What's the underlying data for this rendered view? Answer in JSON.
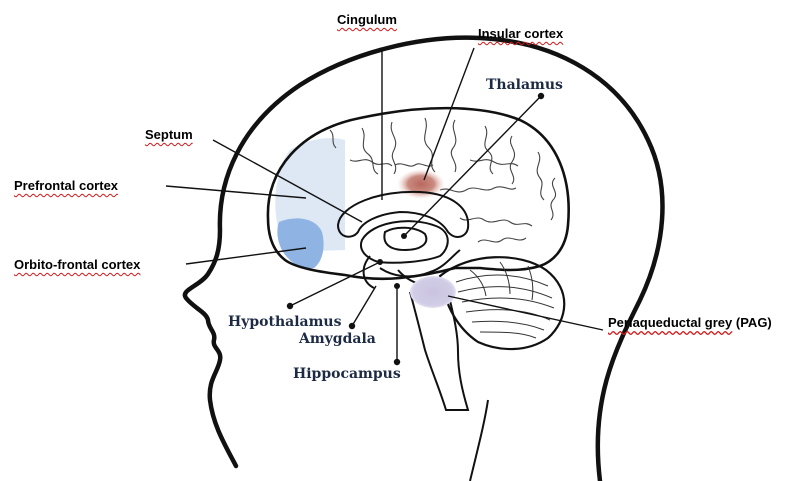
{
  "labels": {
    "cingulum": "Cingulum",
    "insular": "Insular cortex",
    "thalamus": "Thalamus",
    "septum": "Septum",
    "prefrontal": "Prefrontal cortex",
    "orbito": "Orbito-frontal cortex",
    "hypothalamus": "Hypothalamus",
    "amygdala": "Amygdala",
    "hippocampus": "Hippocampus",
    "pag_main": "Periaqueductal grey",
    "pag_abbr": " (PAG)"
  },
  "colors": {
    "outline": "#111111",
    "prefrontal_fill": "#dde8f4",
    "orbito_fill": "#8fb4e3",
    "insula_fill": "#b9685d",
    "pag_fill": "#c9c3e0",
    "spellcheck_underline": "#d01818"
  }
}
